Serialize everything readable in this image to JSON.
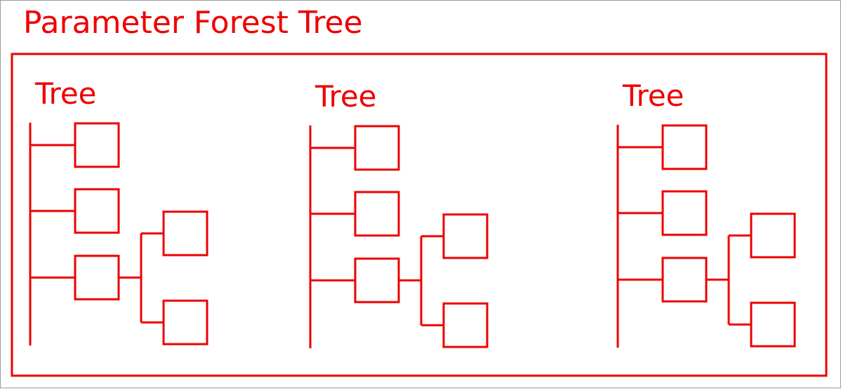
{
  "title": "Parameter Forest Tree",
  "stroke_color": "#ee0000",
  "trees": [
    {
      "label": "Tree"
    },
    {
      "label": "Tree"
    },
    {
      "label": "Tree"
    }
  ]
}
